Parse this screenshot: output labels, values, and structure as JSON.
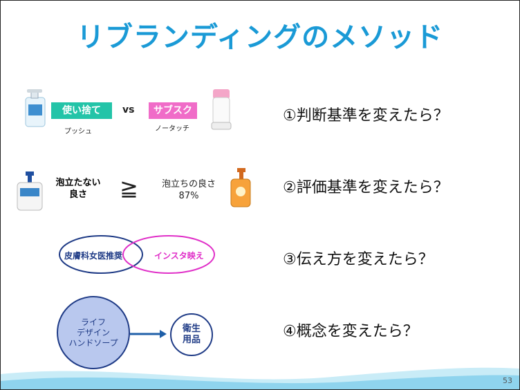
{
  "title": "リブランディングのメソッド",
  "questions": [
    "①判断基準を変えたら？",
    "②評価基準を変えたら？",
    "③伝え方を変えたら？",
    "④概念を変えたら？"
  ],
  "row1": {
    "left_tag": "使い捨て",
    "vs": "vs",
    "right_tag": "サブスク",
    "left_caption": "プッシュ",
    "right_caption": "ノータッチ"
  },
  "row2": {
    "left_line1": "泡立たない",
    "left_line2": "良さ",
    "symbol": "≧",
    "right_line1": "泡立ちの良さ",
    "right_line2": "87%"
  },
  "row3": {
    "left_label": "皮膚科女医推奨",
    "right_label": "インスタ映え"
  },
  "row4": {
    "big_line1": "ライフ",
    "big_line2": "デザイン",
    "big_line3": "ハンドソープ",
    "small_line1": "衛生",
    "small_line2": "用品"
  },
  "page_number": "53",
  "colors": {
    "title": "#1a9ad6",
    "teal": "#23c4a8",
    "pink": "#f06cc8",
    "navy": "#1f3b86",
    "magenta": "#e030c8",
    "circle_fill": "#b9c8ee",
    "arrow": "#1f5fa8"
  }
}
